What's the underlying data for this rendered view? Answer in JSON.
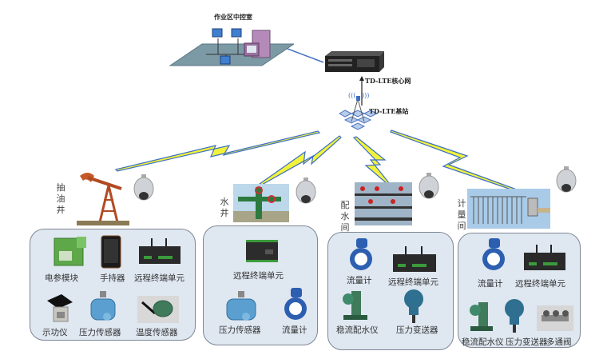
{
  "title": "TD-LTE oilfield network diagram",
  "control_room": {
    "label": "作业区中控室"
  },
  "core_network": {
    "label": "TD-LTE核心网"
  },
  "base_station": {
    "label": "TD-LTE基站"
  },
  "sites": [
    {
      "name": "抽油井",
      "devices": [
        {
          "label": "电参模块",
          "icon": "power-param-module-icon"
        },
        {
          "label": "手持器",
          "icon": "handheld-icon"
        },
        {
          "label": "远程终端单元",
          "icon": "rtu-icon"
        },
        {
          "label": "示功仪",
          "icon": "dynamometer-icon"
        },
        {
          "label": "压力传感器",
          "icon": "pressure-sensor-icon"
        },
        {
          "label": "温度传感器",
          "icon": "temperature-sensor-icon"
        }
      ]
    },
    {
      "name": "水井",
      "devices": [
        {
          "label": "远程终端单元",
          "icon": "rtu-icon"
        },
        {
          "label": "压力传感器",
          "icon": "pressure-sensor-icon"
        },
        {
          "label": "流量计",
          "icon": "flowmeter-icon"
        }
      ]
    },
    {
      "name": "配水间",
      "devices": [
        {
          "label": "流量计",
          "icon": "flowmeter-icon"
        },
        {
          "label": "远程终端单元",
          "icon": "rtu-icon"
        },
        {
          "label": "稳流配水仪",
          "icon": "flow-regulator-icon"
        },
        {
          "label": "压力变送器",
          "icon": "pressure-transmitter-icon"
        }
      ]
    },
    {
      "name": "计量间",
      "devices": [
        {
          "label": "流量计",
          "icon": "flowmeter-icon"
        },
        {
          "label": "远程终端单元",
          "icon": "rtu-icon"
        },
        {
          "label": "稳流配水仪",
          "icon": "flow-regulator-icon"
        },
        {
          "label": "压力变送器",
          "icon": "pressure-transmitter-icon"
        },
        {
          "label": "多通阀",
          "icon": "multiway-valve-icon"
        }
      ]
    }
  ],
  "colors": {
    "bolt_fill": "#f2f23a",
    "bolt_edge": "#3c6fc4",
    "box_fill": "#dfe7f1",
    "box_border": "#7e8794"
  }
}
